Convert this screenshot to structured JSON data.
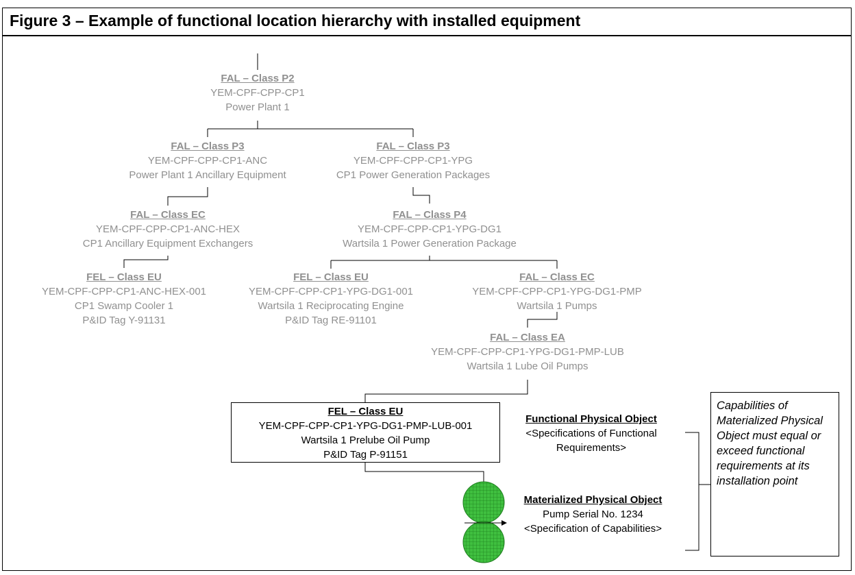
{
  "figure": {
    "title": "Figure 3 – Example of functional location hierarchy with installed equipment"
  },
  "nodes": {
    "p2": {
      "header": "FAL – Class P2",
      "code": "YEM-CPF-CPP-CP1",
      "desc": "Power Plant 1"
    },
    "anc": {
      "header": "FAL – Class P3",
      "code": "YEM-CPF-CPP-CP1-ANC",
      "desc": "Power Plant 1 Ancillary Equipment"
    },
    "ypg": {
      "header": "FAL – Class P3",
      "code": "YEM-CPF-CPP-CP1-YPG",
      "desc": "CP1 Power Generation Packages"
    },
    "hex": {
      "header": "FAL – Class EC",
      "code": "YEM-CPF-CPP-CP1-ANC-HEX",
      "desc": "CP1 Ancillary Equipment Exchangers"
    },
    "dg1": {
      "header": "FAL – Class P4",
      "code": "YEM-CPF-CPP-CP1-YPG-DG1",
      "desc": "Wartsila 1 Power Generation Package"
    },
    "hex001": {
      "header": "FEL – Class EU",
      "code": "YEM-CPF-CPP-CP1-ANC-HEX-001",
      "desc": "CP1 Swamp Cooler 1",
      "tag": "P&ID Tag Y-91131"
    },
    "dg1001": {
      "header": "FEL – Class EU",
      "code": "YEM-CPF-CPP-CP1-YPG-DG1-001",
      "desc": "Wartsila 1 Reciprocating Engine",
      "tag": "P&ID Tag RE-91101"
    },
    "pmp": {
      "header": "FAL – Class EC",
      "code": "YEM-CPF-CPP-CP1-YPG-DG1-PMP",
      "desc": "Wartsila 1 Pumps"
    },
    "lub": {
      "header": "FAL – Class EA",
      "code": "YEM-CPF-CPP-CP1-YPG-DG1-PMP-LUB",
      "desc": "Wartsila 1 Lube Oil Pumps"
    },
    "lub001": {
      "header": "FEL – Class EU",
      "code": "YEM-CPF-CPP-CP1-YPG-DG1-PMP-LUB-001",
      "desc": "Wartsila 1 Prelube Oil Pump",
      "tag": "P&ID Tag P-91151"
    }
  },
  "functional": {
    "header": "Functional Physical Object",
    "line1": "<Specifications of Functional",
    "line2": "Requirements>"
  },
  "materialized": {
    "header": "Materialized Physical Object",
    "line1": "Pump Serial No. 1234",
    "line2": "<Specification of Capabilities>"
  },
  "capabilities_note": "Capabilities of Materialized Physical Object must equal or exceed functional requirements at its installation point",
  "colors": {
    "inactive_text": "#909090",
    "pump_fill": "#3fbf3f",
    "pump_grid": "#1f7f1f"
  }
}
